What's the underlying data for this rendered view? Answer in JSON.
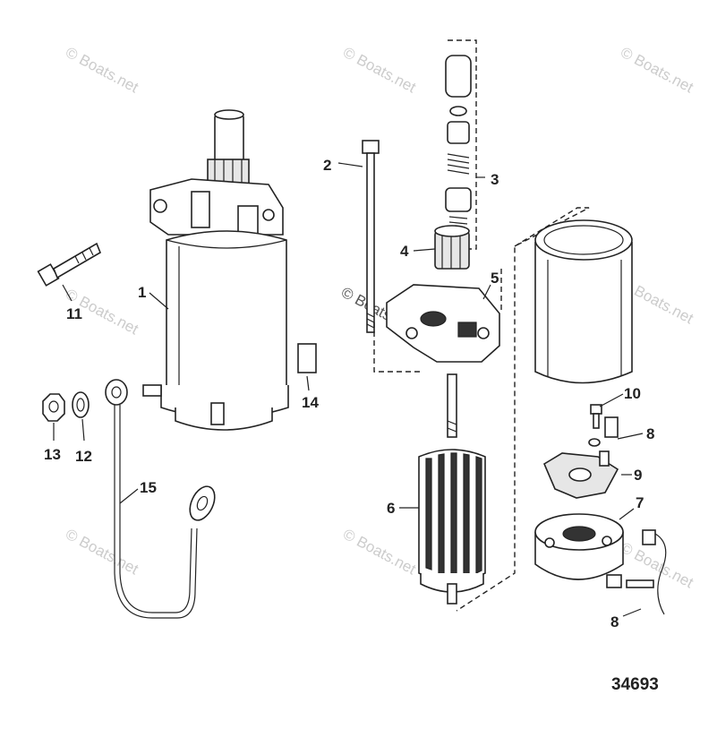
{
  "diagram": {
    "figure_number": "34693",
    "watermark": "© Boats.net",
    "callouts": [
      {
        "id": "c1",
        "label": "1"
      },
      {
        "id": "c2",
        "label": "2"
      },
      {
        "id": "c3",
        "label": "3"
      },
      {
        "id": "c4",
        "label": "4"
      },
      {
        "id": "c5",
        "label": "5"
      },
      {
        "id": "c6",
        "label": "6"
      },
      {
        "id": "c7",
        "label": "7"
      },
      {
        "id": "c8a",
        "label": "8"
      },
      {
        "id": "c8b",
        "label": "8"
      },
      {
        "id": "c9",
        "label": "9"
      },
      {
        "id": "c10",
        "label": "10"
      },
      {
        "id": "c11",
        "label": "11"
      },
      {
        "id": "c12",
        "label": "12"
      },
      {
        "id": "c13",
        "label": "13"
      },
      {
        "id": "c14",
        "label": "14"
      },
      {
        "id": "c15",
        "label": "15"
      }
    ]
  }
}
